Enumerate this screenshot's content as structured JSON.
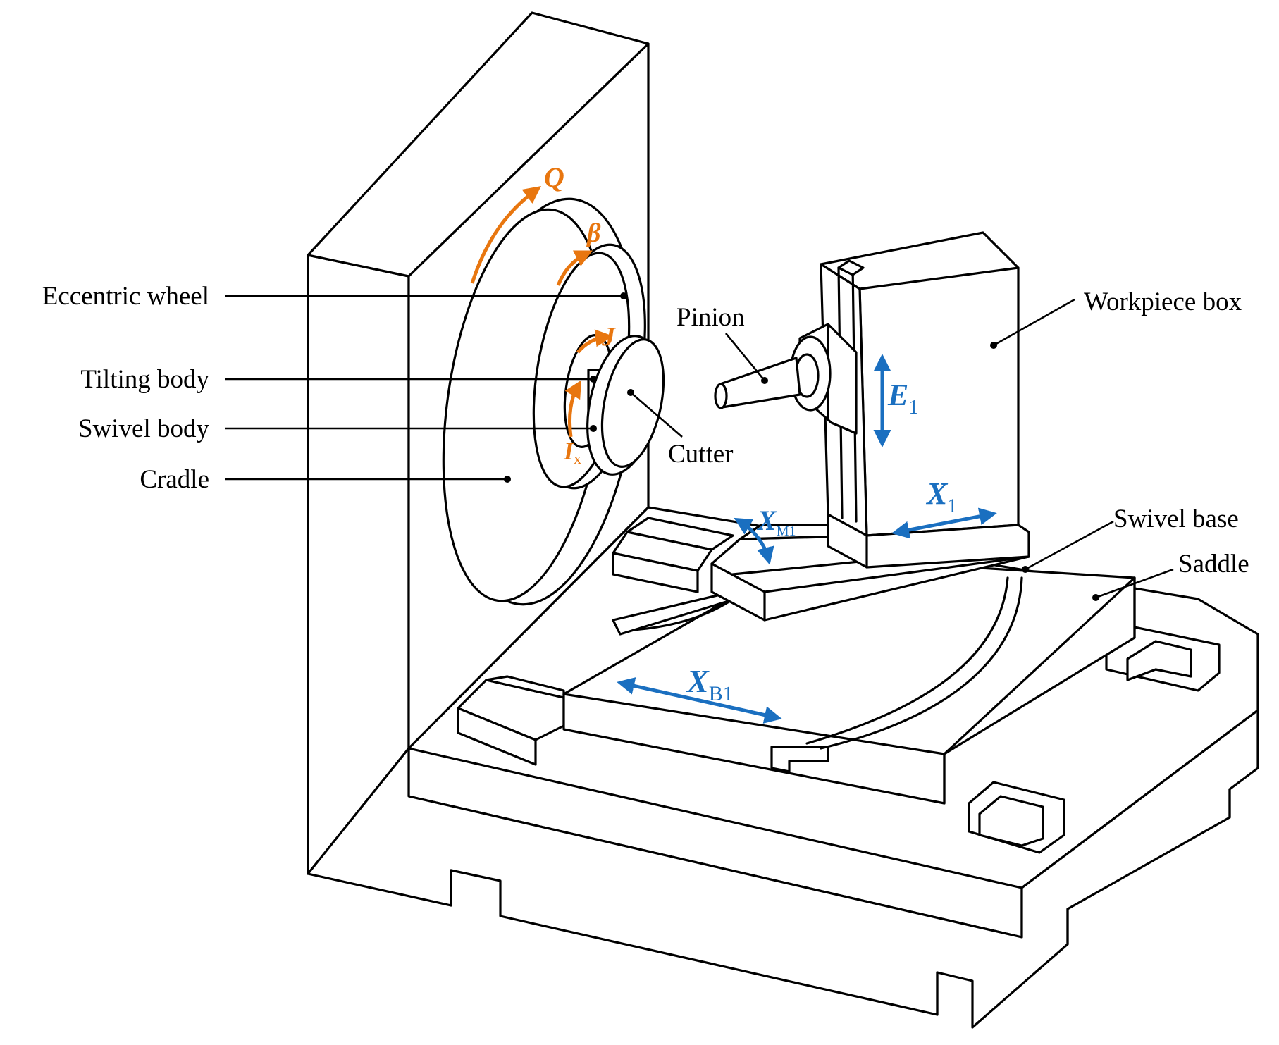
{
  "labels": {
    "eccentric_wheel": "Eccentric wheel",
    "tilting_body": "Tilting body",
    "swivel_body": "Swivel body",
    "cradle": "Cradle",
    "pinion": "Pinion",
    "cutter": "Cutter",
    "workpiece_box": "Workpiece box",
    "swivel_base": "Swivel base",
    "saddle": "Saddle"
  },
  "motions": {
    "Q": {
      "symbol": "Q",
      "subscript": ""
    },
    "beta": {
      "symbol": "β",
      "subscript": ""
    },
    "J": {
      "symbol": "J",
      "subscript": ""
    },
    "I": {
      "symbol": "I",
      "subscript": "x"
    },
    "E1": {
      "symbol": "E",
      "subscript": "1"
    },
    "X1": {
      "symbol": "X",
      "subscript": "1"
    },
    "XM1": {
      "symbol": "X",
      "subscript": "M1"
    },
    "XB1": {
      "symbol": "X",
      "subscript": "B1"
    }
  },
  "colors": {
    "rotation_arrows": "#e8760f",
    "linear_arrows": "#1a6fc0",
    "lines": "#000000"
  }
}
